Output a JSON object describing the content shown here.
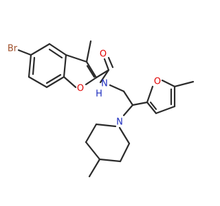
{
  "atoms": {
    "br": {
      "text": "Br",
      "color": "#a0522d"
    },
    "o_carbonyl": {
      "text": "O",
      "color": "#e00000"
    },
    "o_benzofuran": {
      "text": "O",
      "color": "#e00000"
    },
    "nh": {
      "text": "N\nH",
      "n_text": "N",
      "h_text": "H",
      "color": "#1d2dbf"
    },
    "o_furan": {
      "text": "O",
      "color": "#e00000"
    },
    "n_piperidine": {
      "text": "N",
      "color": "#1d2dbf"
    }
  }
}
